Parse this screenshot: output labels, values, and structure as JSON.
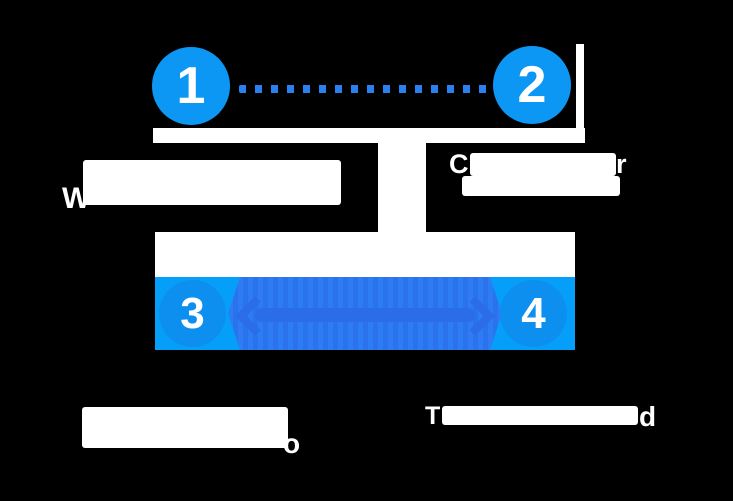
{
  "diagram": {
    "description_colors": {
      "background": "#000000",
      "accent_blue": "#0d97f4",
      "dot_blue": "#2b80ee",
      "band_blue": "#059ef8",
      "band_inner_blue": "#2e7cf3",
      "arrow_blue": "#2b6ce8",
      "text_white": "#ffffff"
    },
    "steps": [
      {
        "label": "1"
      },
      {
        "label": "2"
      },
      {
        "label": "3"
      },
      {
        "label": "4"
      }
    ],
    "text_fragments": {
      "left_label_initial": "W",
      "right_label_first": "C",
      "right_label_last": "r",
      "bottom_left_last": "o",
      "bottom_right_first": "T",
      "bottom_right_last": "d"
    }
  }
}
